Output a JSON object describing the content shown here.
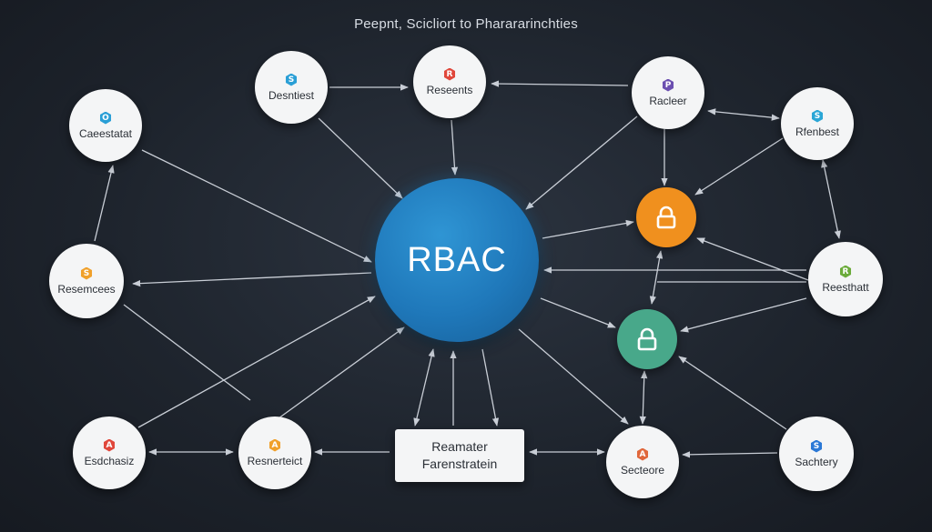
{
  "title": "Peepnt, Scicliort to Pharararinchties",
  "hub": {
    "label": "RBAC",
    "color": "#1f78ba"
  },
  "nodes": {
    "desntiest": {
      "label": "Desntiest",
      "badge": "S",
      "badge_color": "#2a9fd6"
    },
    "reseents": {
      "label": "Reseents",
      "badge": "R",
      "badge_color": "#e0473b"
    },
    "racleer": {
      "label": "Racleer",
      "badge": "P",
      "badge_color": "#6b4fb0"
    },
    "rfenbest": {
      "label": "Rfenbest",
      "badge": "S",
      "badge_color": "#2aa6d6"
    },
    "caeestatat": {
      "label": "Caeestatat",
      "badge": "O",
      "badge_color": "#2a9fd6"
    },
    "resemcees": {
      "label": "Resemcees",
      "badge": "S",
      "badge_color": "#f0a02a"
    },
    "reesthatt": {
      "label": "Reesthatt",
      "badge": "R",
      "badge_color": "#6bab3a"
    },
    "esdchasiz": {
      "label": "Esdchasiz",
      "badge": "A",
      "badge_color": "#e0473b"
    },
    "resnerteict": {
      "label": "Resnerteict",
      "badge": "A",
      "badge_color": "#f0a02a"
    },
    "secteore": {
      "label": "Secteore",
      "badge": "A",
      "badge_color": "#e0673b"
    },
    "sachtery": {
      "label": "Sachtery",
      "badge": "S",
      "badge_color": "#2a78d6"
    }
  },
  "locks": {
    "orange": {
      "color": "#f0901e"
    },
    "green": {
      "color": "#48a88a"
    }
  },
  "rect_box": {
    "line1": "Reamater",
    "line2": "Farenstratein"
  },
  "colors": {
    "edge": "#c9ced6",
    "background": "#1e242d"
  }
}
